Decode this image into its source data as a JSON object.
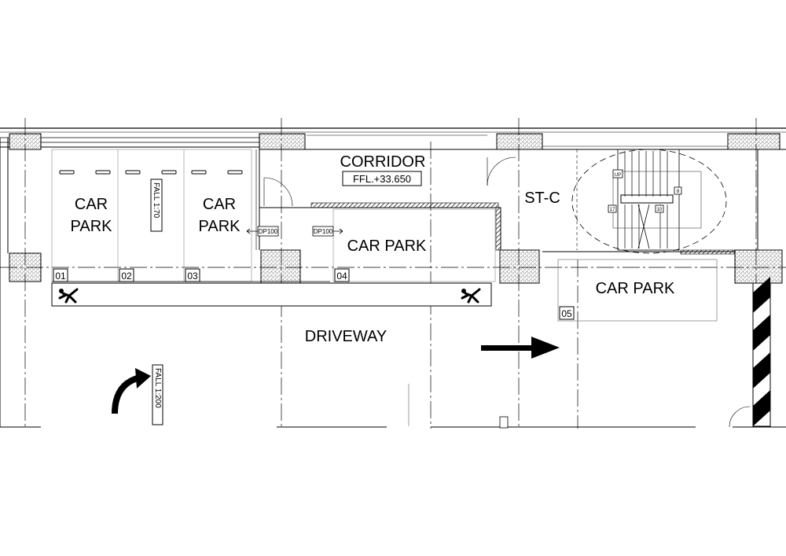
{
  "labels": {
    "corridor": "CORRIDOR",
    "corridor_level": "FFL.+33.650",
    "car_park_word1": "CAR",
    "car_park_word2": "PARK",
    "car_park": "CAR PARK",
    "stair": "ST-C",
    "driveway": "DRIVEWAY",
    "fall_1": "FALL 1:70",
    "fall_2": "FALL 1:200",
    "door_tag": "DP100",
    "up": "UP",
    "stair_marks": [
      "8",
      "17",
      "10"
    ]
  },
  "bays": [
    "01",
    "02",
    "03",
    "04",
    "05"
  ],
  "colors": {
    "ink": "#000000",
    "paper": "#ffffff",
    "grey": "#888888"
  },
  "icons": [
    "running-man-icon",
    "curved-arrow-icon",
    "direction-arrow-icon",
    "hazard-stripes-icon"
  ]
}
